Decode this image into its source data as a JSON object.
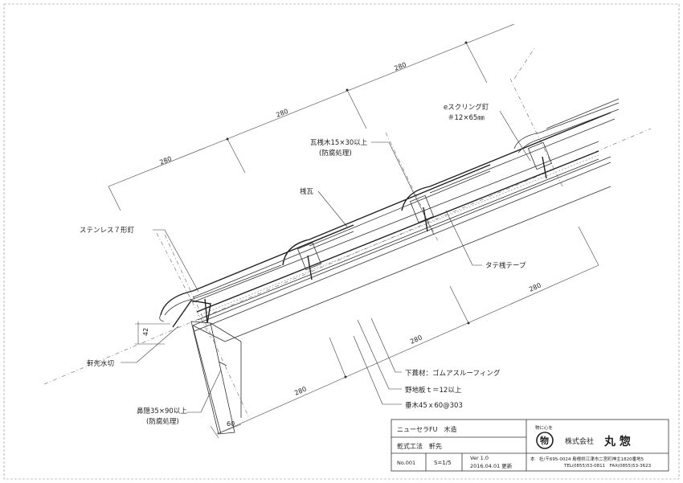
{
  "labels": {
    "e_screw_nail": "eスクリング釘",
    "e_screw_nail_size": "＃12×65㎜",
    "tile_batten": "瓦桟木15×30以上",
    "tile_batten_note": "(防腐処理)",
    "sangawara": "桟瓦",
    "stainless_nail": "ステンレス７形釘",
    "vertical_tape": "タテ桟テープ",
    "eaves_drip": "軒先水切",
    "underlay": "下葺材：ゴムアスルーフィング",
    "sheathing": "野地板ｔ＝12以上",
    "rafter": "垂木45ｘ60@303",
    "nose_board": "鼻隠35×90以上",
    "nose_board_note": "(防腐処理)"
  },
  "dimensions": {
    "top_1": "280",
    "top_2": "280",
    "top_3": "280",
    "bottom_1": "280",
    "bottom_2": "280",
    "bottom_3": "280",
    "overhang": "42",
    "nose_width": "60"
  },
  "title_block": {
    "product": "ニューセラFU　木造",
    "method": "乾式工法　軒先",
    "number": "No.001",
    "scale": "S=1/5",
    "version": "Ver 1.0",
    "date": "2016.04.01 更新",
    "slogan": "物に心を",
    "logo_char": "物",
    "company_prefix": "株式会社",
    "company_name": "丸 惣",
    "address": "本　社/〒695-0024 島根県江津市二宮町神主1820番地5",
    "contact": "TEL(0855)53-0811　FAX(0855)53-3623"
  }
}
